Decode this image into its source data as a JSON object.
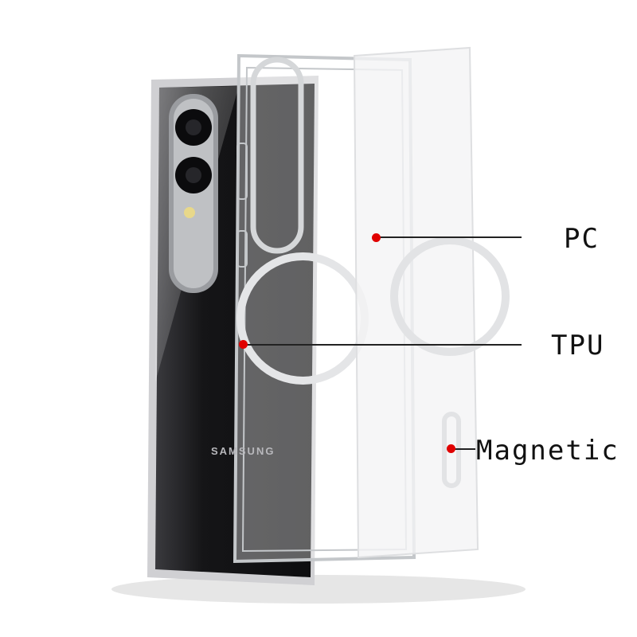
{
  "product": {
    "brand_logo": "SAMSUNG",
    "colors": {
      "phone_body": "#1a1a1c",
      "case": "#e8eaec",
      "marker": "#e00000"
    }
  },
  "callouts": [
    {
      "label": "PC"
    },
    {
      "label": "TPU"
    },
    {
      "label": "Magnetic"
    }
  ]
}
